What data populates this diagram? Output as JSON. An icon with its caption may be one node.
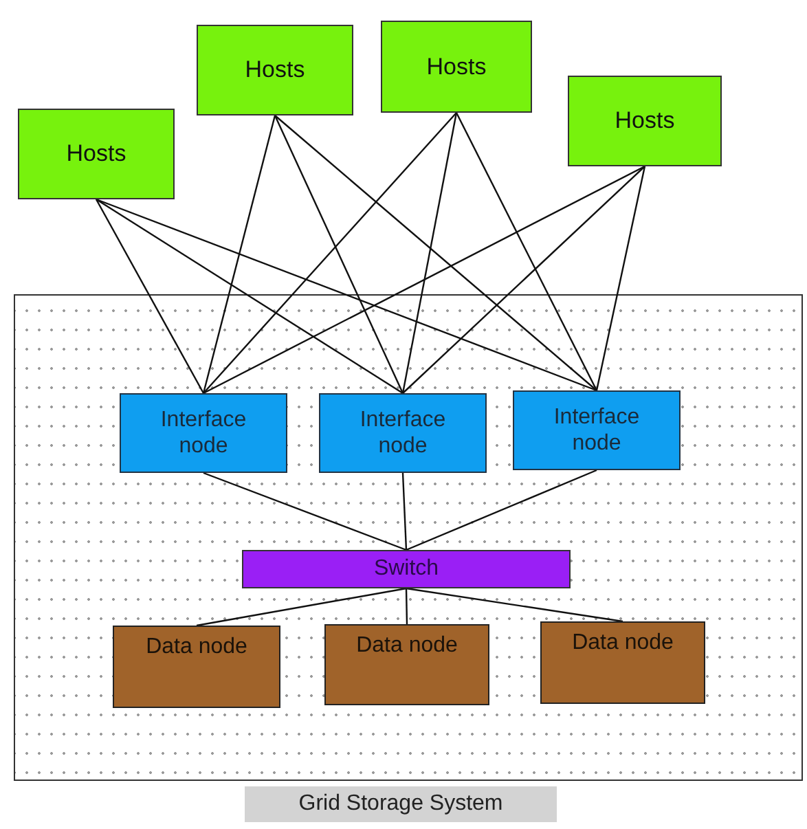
{
  "diagram": {
    "nodes": [
      {
        "text": [
          "Hosts"
        ]
      },
      {
        "text": [
          "Hosts"
        ]
      },
      {
        "text": [
          "Hosts"
        ]
      },
      {
        "text": [
          "Hosts"
        ]
      },
      {
        "text": [
          "Grid Storage System"
        ]
      },
      {
        "text": [
          "Interface node"
        ],
        "in": 4
      },
      {
        "text": [
          "Interface node"
        ],
        "in": 4
      },
      {
        "text": [
          "Interface node"
        ],
        "in": 4
      },
      {
        "text": [
          "Switch"
        ],
        "in": 4
      },
      {
        "text": [
          "Data node"
        ],
        "in": 4
      },
      {
        "text": [
          "Data node"
        ],
        "in": 4
      },
      {
        "text": [
          "Data node"
        ],
        "in": 4
      }
    ],
    "edges": [
      {
        "from": 0,
        "to": 5,
        "arrow": "none"
      },
      {
        "from": 0,
        "to": 6,
        "arrow": "none"
      },
      {
        "from": 0,
        "to": 7,
        "arrow": "none"
      },
      {
        "from": 1,
        "to": 5,
        "arrow": "none"
      },
      {
        "from": 1,
        "to": 6,
        "arrow": "none"
      },
      {
        "from": 1,
        "to": 7,
        "arrow": "none"
      },
      {
        "from": 2,
        "to": 5,
        "arrow": "none"
      },
      {
        "from": 2,
        "to": 6,
        "arrow": "none"
      },
      {
        "from": 2,
        "to": 7,
        "arrow": "none"
      },
      {
        "from": 3,
        "to": 5,
        "arrow": "none"
      },
      {
        "from": 3,
        "to": 6,
        "arrow": "none"
      },
      {
        "from": 3,
        "to": 7,
        "arrow": "none"
      },
      {
        "from": 5,
        "to": 8,
        "arrow": "none"
      },
      {
        "from": 6,
        "to": 8,
        "arrow": "none"
      },
      {
        "from": 7,
        "to": 8,
        "arrow": "none"
      },
      {
        "from": 8,
        "to": 9,
        "arrow": "none"
      },
      {
        "from": 8,
        "to": 10,
        "arrow": "none"
      },
      {
        "from": 8,
        "to": 11,
        "arrow": "none"
      }
    ]
  }
}
